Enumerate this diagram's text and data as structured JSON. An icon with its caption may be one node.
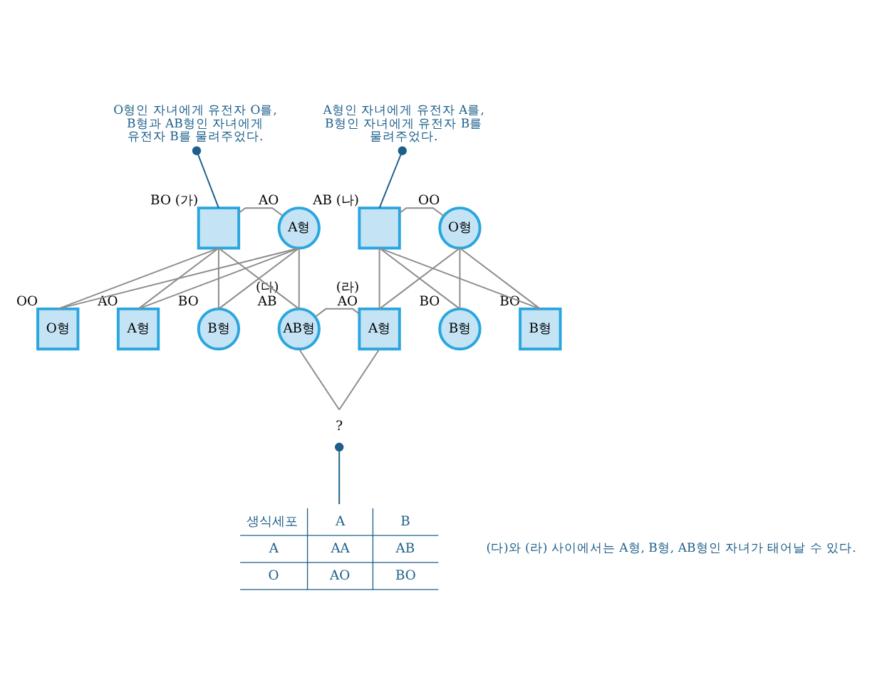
{
  "diagram": {
    "nodes": [
      {
        "text": [
          "O형인 자녀에게 유전자 O를, B형과 AB형인 자녀에게 유전자 B를 물려주었다."
        ]
      },
      {
        "text": [],
        "shape": "box",
        "beside": [
          "BO (가)"
        ]
      },
      {
        "text": [
          "A형"
        ],
        "beside": [
          "AO"
        ]
      },
      {
        "text": [
          "A형인 자녀에게 유전자 A를, B형인 자녀에게 유전자 B를 물려주었다."
        ]
      },
      {
        "text": [],
        "shape": "box",
        "beside": [
          "AB (나)"
        ]
      },
      {
        "text": [
          "O형"
        ],
        "beside": [
          "OO"
        ]
      },
      {
        "text": [
          "O형"
        ],
        "beside": [
          "OO"
        ]
      },
      {
        "text": [
          "A형"
        ],
        "beside": [
          "AO"
        ]
      },
      {
        "text": [
          "B형"
        ],
        "beside": [
          "BO"
        ]
      },
      {
        "text": [
          "AB형"
        ],
        "beside": [
          "(다)",
          "AB"
        ]
      },
      {
        "text": [
          "A형"
        ],
        "beside": [
          "(라)",
          "AO"
        ]
      },
      {
        "text": [
          "B형"
        ],
        "beside": [
          "BO"
        ]
      },
      {
        "text": [
          "B형"
        ],
        "beside": [
          "BO"
        ]
      },
      {
        "text": [
          "?"
        ]
      },
      {
        "text": [
          "생식세포",
          "A",
          "B",
          "A",
          "AA",
          "AB",
          "O",
          "AO",
          "BO"
        ]
      }
    ],
    "edges": [
      {
        "from": 0,
        "to": 1,
        "arrow": "other",
        "color": "#1d5f8a"
      },
      {
        "from": 3,
        "to": 4,
        "arrow": "other",
        "color": "#1d5f8a"
      },
      {
        "from": 1,
        "to": 2,
        "arrow": "none"
      },
      {
        "from": 1,
        "to": 6,
        "arrow": "none"
      },
      {
        "from": 1,
        "to": 7,
        "arrow": "none"
      },
      {
        "from": 1,
        "to": 8,
        "arrow": "none"
      },
      {
        "from": 1,
        "to": 9,
        "arrow": "none"
      },
      {
        "from": 2,
        "to": 6,
        "arrow": "none"
      },
      {
        "from": 2,
        "to": 7,
        "arrow": "none"
      },
      {
        "from": 2,
        "to": 8,
        "arrow": "none"
      },
      {
        "from": 2,
        "to": 9,
        "arrow": "none"
      },
      {
        "from": 4,
        "to": 5,
        "arrow": "none"
      },
      {
        "from": 4,
        "to": 10,
        "arrow": "none"
      },
      {
        "from": 4,
        "to": 11,
        "arrow": "none"
      },
      {
        "from": 4,
        "to": 12,
        "arrow": "none"
      },
      {
        "from": 5,
        "to": 10,
        "arrow": "none"
      },
      {
        "from": 5,
        "to": 11,
        "arrow": "none"
      },
      {
        "from": 5,
        "to": 12,
        "arrow": "none"
      },
      {
        "from": 9,
        "to": 10,
        "arrow": "none"
      },
      {
        "from": 9,
        "to": 13,
        "arrow": "none"
      },
      {
        "from": 10,
        "to": 13,
        "arrow": "none"
      },
      {
        "from": 13,
        "to": 14,
        "arrow": "other",
        "color": "#1d5f8a"
      }
    ],
    "labels": [
      "(다)와 (라) 사이에서는 A형, B형, AB형인 자녀가 태어날 수 있다."
    ]
  }
}
